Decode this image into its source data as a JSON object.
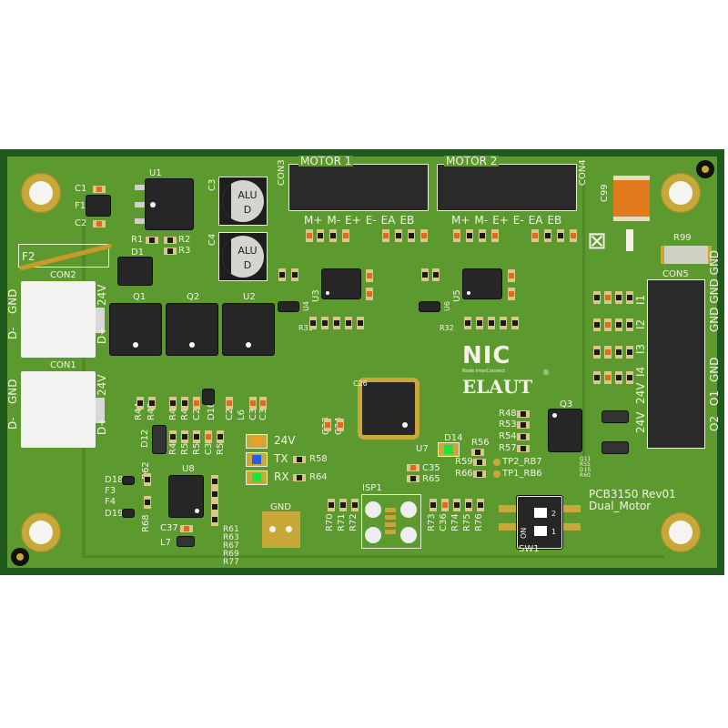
{
  "board": {
    "part_number": "PCB3150 Rev01",
    "variant": "Dual_Motor",
    "colors": {
      "soldermask": "#5c9a2f",
      "silkscreen": "#f2f2e6",
      "copper": "#c9a83a",
      "edge": "#1f5a1c"
    }
  },
  "logo": {
    "brand": "NIC",
    "tagline": "Node InterConnect",
    "company": "ELAUT",
    "registered": "®"
  },
  "connectors": {
    "con3": {
      "ref": "CON3",
      "title": "MOTOR 1",
      "pins": [
        "M+",
        "M-",
        "E+",
        "E-",
        "EA",
        "EB"
      ]
    },
    "con4": {
      "ref": "CON4",
      "title": "MOTOR 2",
      "pins": [
        "M+",
        "M-",
        "E+",
        "E-",
        "EA",
        "EB"
      ]
    },
    "con2": {
      "ref": "CON2",
      "left": [
        "GND",
        "D-"
      ],
      "right": [
        "24V",
        "D+"
      ]
    },
    "con1": {
      "ref": "CON1",
      "left": [
        "GND",
        "D-"
      ],
      "right": [
        "24V",
        "D+"
      ]
    },
    "con5": {
      "ref": "CON5",
      "right": "GND GND GND",
      "left_labels": [
        "I1",
        "I2",
        "I3",
        "I4",
        "24V",
        "24V"
      ],
      "right_labels": [
        "GND",
        "O1",
        "O2"
      ]
    }
  },
  "ecaps": [
    {
      "ref": "C3",
      "line1": "ALU",
      "line2": "D"
    },
    {
      "ref": "C4",
      "line1": "ALU",
      "line2": "D"
    }
  ],
  "leds": [
    {
      "label": "24V",
      "color": "#f0a020"
    },
    {
      "label": "TX",
      "color": "#1f5fe0"
    },
    {
      "label": "RX",
      "color": "#22e040"
    },
    {
      "label": "D14",
      "color": "#22e040"
    }
  ],
  "labels": {
    "u1": "U1",
    "c1": "C1",
    "f1": "F1",
    "c2": "C2",
    "r1": "R1",
    "r2": "R2",
    "r3": "R3",
    "d1": "D1",
    "f2": "F2",
    "q1": "Q1",
    "q2": "Q2",
    "u2": "U2",
    "u3": "U3",
    "u4": "U4",
    "u5": "U5",
    "u6": "U6",
    "u7": "U7",
    "u8": "U8",
    "q3": "Q3",
    "r31": "R31",
    "r32": "R32",
    "c99": "C99",
    "r99": "R99",
    "r44": "R44",
    "r45": "R45",
    "r46": "R46",
    "r47": "R47",
    "c28": "C28",
    "d10": "D10",
    "c29": "C29",
    "l6": "L6",
    "c30": "C30",
    "c31": "C31",
    "d12": "D12",
    "r49": "R49",
    "r50": "R50",
    "r51": "R51",
    "c32": "C32",
    "r52": "R52",
    "r58": "R58",
    "r64": "R64",
    "r62": "R62",
    "d18": "D18",
    "f3": "F3",
    "f4": "F4",
    "d19": "D19",
    "r68": "R68",
    "c37": "C37",
    "l7": "L7",
    "r61_group": [
      "R61",
      "R63",
      "R67",
      "R69",
      "R77"
    ],
    "gnd": "GND",
    "c33": "C33",
    "c34": "C34",
    "c26": "C26",
    "c35": "C35",
    "r65": "R65",
    "r56": "R56",
    "r59": "R59",
    "tp2": "TP2_RB7",
    "r66": "R66",
    "tp1": "TP1_RB6",
    "r48": "R48",
    "r53": "R53",
    "r54": "R54",
    "r57": "R57",
    "isp1": "ISP1",
    "r70": "R70",
    "r71": "R71",
    "r72": "R72",
    "r73": "R73",
    "c36": "C36",
    "r74": "R74",
    "r75": "R75",
    "r76": "R76",
    "sw1": "SW1",
    "sw_on": "ON",
    "sw_1": "1",
    "sw_2": "2",
    "q11_group": [
      "Q11",
      "R55",
      "D15",
      "R60"
    ]
  }
}
